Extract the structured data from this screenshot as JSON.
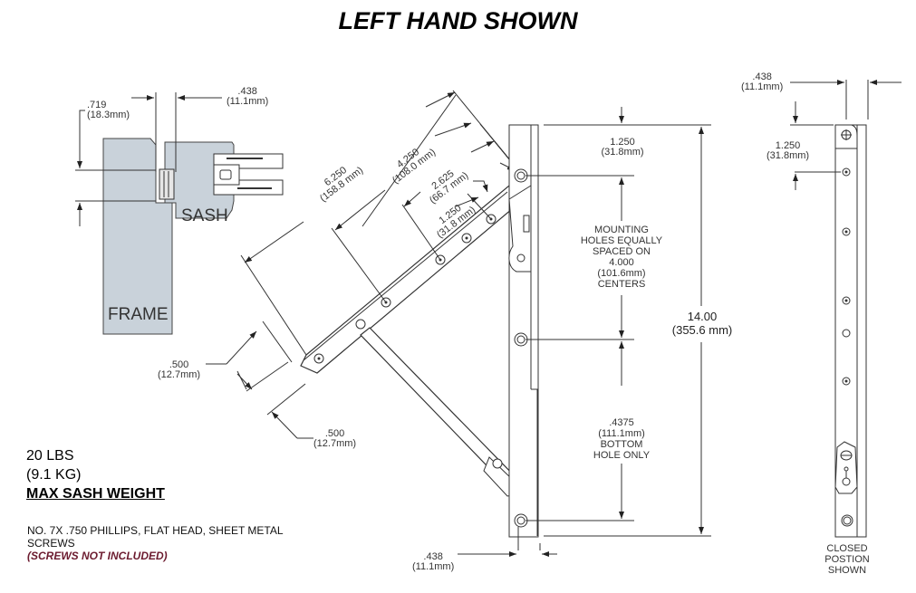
{
  "title": "LEFT HAND SHOWN",
  "section_view": {
    "frame_label": "FRAME",
    "sash_label": "SASH",
    "dim_gap": {
      "value": ".719",
      "metric": "(18.3mm)"
    },
    "dim_width": {
      "value": ".438",
      "metric": "(11.1mm)"
    },
    "colors": {
      "frame_fill": "#c9d2da",
      "sash_fill": "#c9d2da"
    }
  },
  "arm_view": {
    "dim_arm_long": {
      "value": "6.250",
      "metric": "(158.8 mm)"
    },
    "dim_arm_mid": {
      "value": "4.250",
      "metric": "(108.0 mm)"
    },
    "dim_arm_short": {
      "value": "2.625",
      "metric": "(66.7 mm)"
    },
    "dim_arm_hole": {
      "value": "1.250",
      "metric": "(31.8 mm)"
    },
    "dim_arm_width": {
      "value": ".500",
      "metric": "(12.7mm)"
    },
    "dim_arm_offset": {
      "value": ".500",
      "metric": "(12.7mm)"
    }
  },
  "track_view": {
    "dim_top": {
      "value": "1.250",
      "metric": "(31.8mm)"
    },
    "mounting_note": [
      "MOUNTING",
      "HOLES EQUALLY",
      "SPACED ON",
      "4.000",
      "(101.6mm)",
      "CENTERS"
    ],
    "bottom_note": [
      ".4375",
      "(111.1mm)",
      "BOTTOM",
      "HOLE ONLY"
    ],
    "dim_total": {
      "value": "14.00",
      "metric": "(355.6 mm)"
    },
    "dim_width": {
      "value": ".438",
      "metric": "(11.1mm)"
    }
  },
  "closed_view": {
    "dim_width": {
      "value": ".438",
      "metric": "(11.1mm)"
    },
    "dim_top": {
      "value": "1.250",
      "metric": "(31.8mm)"
    },
    "caption": [
      "CLOSED",
      "POSTION",
      "SHOWN"
    ]
  },
  "specs": {
    "weight_lbs": "20 LBS",
    "weight_kg": "(9.1 KG)",
    "weight_label": "MAX SASH WEIGHT",
    "screws_line1": "NO. 7X .750 PHILLIPS, FLAT HEAD, SHEET METAL",
    "screws_line2": "SCREWS",
    "screws_note": "(SCREWS NOT INCLUDED)",
    "note_color": "#6b1a2e"
  }
}
